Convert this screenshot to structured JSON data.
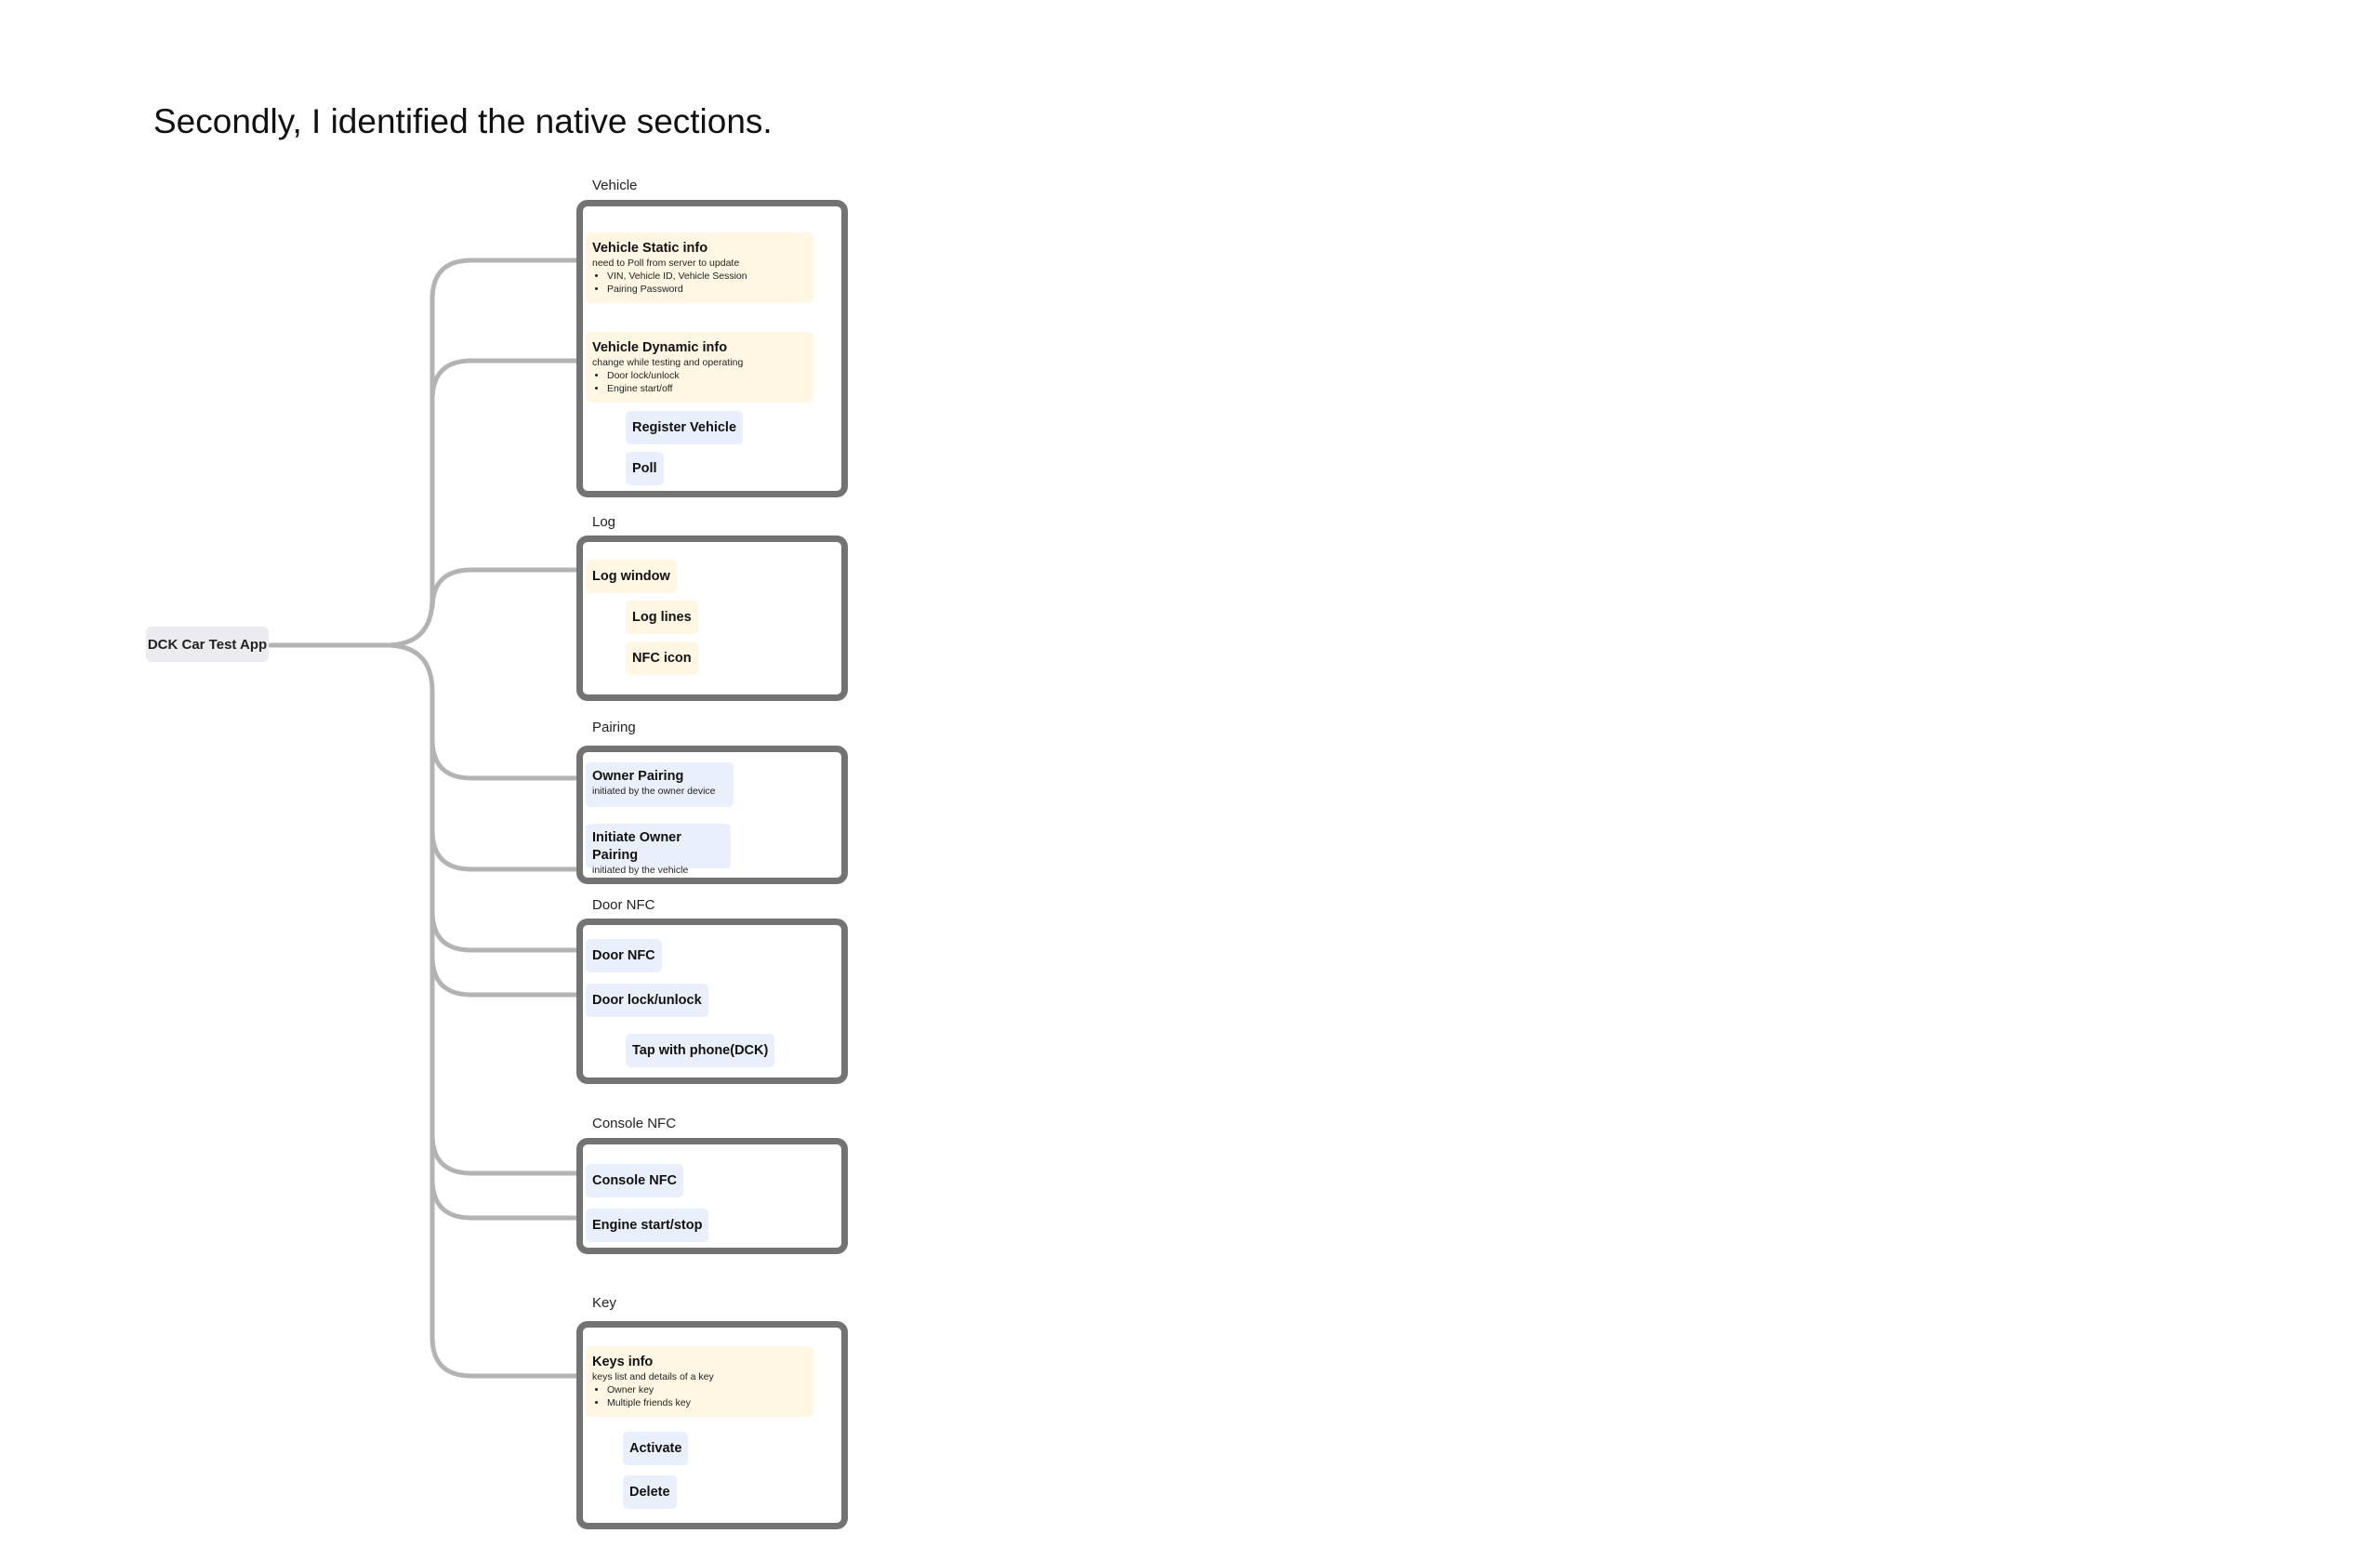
{
  "heading": "Secondly, I identified the native sections.",
  "root": "DCK Car Test App",
  "colors": {
    "connector": "#b3b3b3",
    "section_border": "#737373",
    "yellow_card": "#fff7e3",
    "blue_card": "#eaf0fb",
    "root_chip": "#ececf0"
  },
  "sections": {
    "vehicle": {
      "title": "Vehicle",
      "static_info": {
        "title": "Vehicle Static info",
        "desc": "need to Poll from server to update",
        "bullets": [
          "VIN, Vehicle ID, Vehicle Session",
          "Pairing Password"
        ]
      },
      "dynamic_info": {
        "title": "Vehicle Dynamic info",
        "desc": "change while testing and operating",
        "bullets": [
          "Door lock/unlock",
          "Engine start/off"
        ]
      },
      "register_vehicle": "Register Vehicle",
      "poll": "Poll"
    },
    "log": {
      "title": "Log",
      "log_window": "Log window",
      "log_lines": "Log lines",
      "nfc_icon": "NFC icon"
    },
    "pairing": {
      "title": "Pairing",
      "owner_pairing": {
        "title": "Owner Pairing",
        "desc": "initiated by the owner device"
      },
      "initiate_owner_pairing": {
        "title": "Initiate Owner Pairing",
        "desc": "initiated by the vehicle"
      }
    },
    "door_nfc": {
      "title": "Door NFC",
      "door_nfc": "Door NFC",
      "door_lock_unlock": "Door lock/unlock",
      "tap_with_phone": "Tap with phone(DCK)"
    },
    "console_nfc": {
      "title": "Console NFC",
      "console_nfc": "Console NFC",
      "engine_start_stop": "Engine start/stop"
    },
    "key": {
      "title": "Key",
      "keys_info": {
        "title": "Keys info",
        "desc": "keys list and details of a key",
        "bullets": [
          "Owner key",
          "Multiple friends key"
        ]
      },
      "activate": "Activate",
      "delete": "Delete"
    }
  }
}
